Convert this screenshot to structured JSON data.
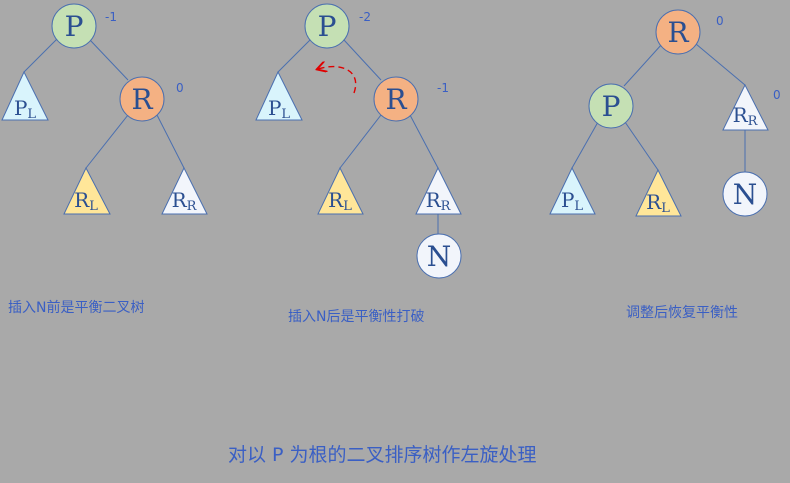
{
  "colors": {
    "background": "#a9a9a9",
    "edge": "#4a6fb0",
    "node_green": "#c5e0b4",
    "node_orange": "#f4b183",
    "node_white": "#f2f5fb",
    "tri_blue": "#d9f4fc",
    "tri_yellow": "#ffe699",
    "tri_white": "#f2f5fb",
    "caption": "#3a5fc4",
    "arrow": "#e00000"
  },
  "captions": {
    "before": "插入N前是平衡二叉树",
    "after_insert": "插入N后是平衡性打破",
    "after_rotate": "调整后恢复平衡性",
    "title": "对以 P 为根的二叉排序树作左旋处理"
  },
  "tree1": {
    "root": {
      "label": "P",
      "bf": "-1"
    },
    "right": {
      "label": "R",
      "bf": "0"
    },
    "pl": {
      "main": "P",
      "sub": "L"
    },
    "rl": {
      "main": "R",
      "sub": "L"
    },
    "rr": {
      "main": "R",
      "sub": "R"
    }
  },
  "tree2": {
    "root": {
      "label": "P",
      "bf": "-2"
    },
    "right": {
      "label": "R",
      "bf": "-1"
    },
    "pl": {
      "main": "P",
      "sub": "L"
    },
    "rl": {
      "main": "R",
      "sub": "L"
    },
    "rr": {
      "main": "R",
      "sub": "R"
    },
    "n": {
      "label": "N"
    }
  },
  "tree3": {
    "root": {
      "label": "R",
      "bf": "0"
    },
    "left": {
      "label": "P"
    },
    "pl": {
      "main": "P",
      "sub": "L"
    },
    "rl": {
      "main": "R",
      "sub": "L"
    },
    "rr": {
      "main": "R",
      "sub": "R",
      "bf": "0"
    },
    "n": {
      "label": "N"
    }
  }
}
